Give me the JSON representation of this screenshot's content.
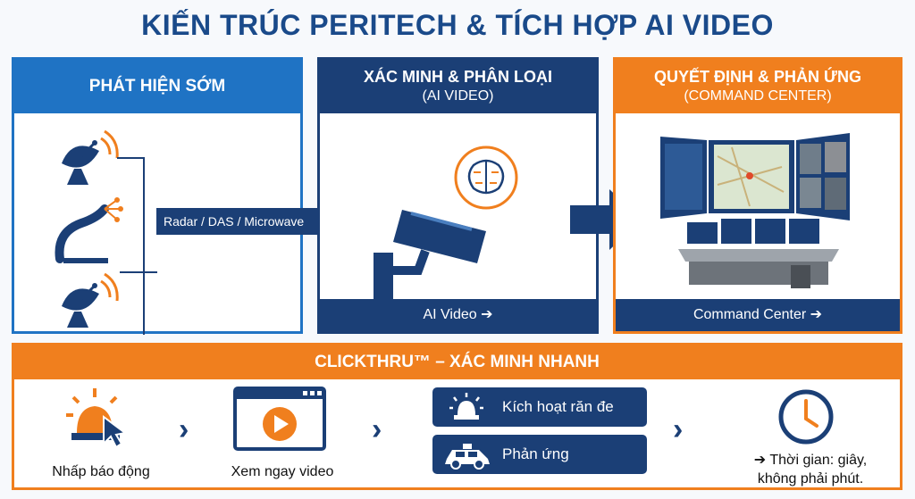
{
  "title": "KIẾN TRÚC PERITECH & TÍCH HỢP AI VIDEO",
  "panels": {
    "detect": {
      "title": "PHÁT HIỆN SỚM"
    },
    "verify": {
      "title": "XÁC MINH & PHÂN LOẠI",
      "subtitle": "(AI VIDEO)",
      "footer": "AI Video ➔"
    },
    "respond": {
      "title": "QUYẾT ĐỊNH & PHẢN ỨNG",
      "subtitle": "(COMMAND CENTER)",
      "footer": "Command Center ➔"
    }
  },
  "sensor_arrow_label": "Radar / DAS / Microwave ➔",
  "clickthru": {
    "title": "CLICKTHRU™ – XÁC MINH NHANH",
    "step1": "Nhấp báo động",
    "step2": "Xem ngay video",
    "action1": "Kích hoạt răn đe",
    "action2": "Phản ứng",
    "result_line1": "➔ Thời gian: giây,",
    "result_line2": "không phải phút."
  },
  "colors": {
    "navy": "#1b3f76",
    "blue": "#1f73c4",
    "orange": "#f07f1e"
  },
  "icons": [
    "radar-dish-icon",
    "fiber-optic-icon",
    "brain-icon",
    "security-camera-icon",
    "command-center-icon",
    "alarm-beacon-icon",
    "video-play-icon",
    "police-car-icon",
    "clock-icon"
  ]
}
